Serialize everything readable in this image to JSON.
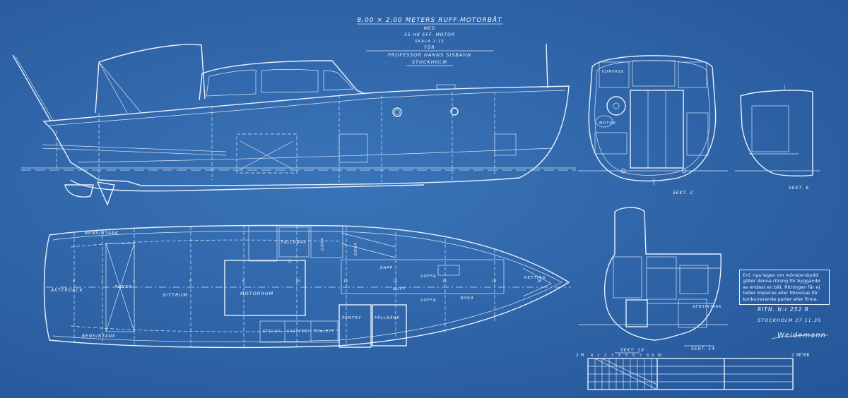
{
  "title_block": {
    "line1": "8,00 × 2,00 METERS RUFF-MOTORBÅT",
    "line2": "MED",
    "line3": "55 HK EFF. MOTOR",
    "line4": "SKALA 1:15",
    "line5": "FÖR",
    "line6": "PROFESSOR HANNS SISBAHN",
    "line7": "STOCKHOLM"
  },
  "plan_labels": {
    "bensintank_top": "BENSINTANK",
    "bensintank_bottom": "BENSINTANK",
    "akterdaeck": "AKTERDÄCK",
    "sittrum": "SITTRUM",
    "motorrum": "MOTORRUM",
    "roder": "RODER",
    "fallbank": "FÄLLBÄNK",
    "kapp": "KAPP",
    "soffa_1": "SOFFA",
    "soffa_2": "SOFFA",
    "ruff": "RUFF",
    "byra": "BYRÅ",
    "ketting": "KETTING",
    "pentry": "PENTRY",
    "fallbank_2": "FÄLLBÄNK",
    "lockers": [
      "STOLSK.",
      "SKAFFERI",
      "TOALETT"
    ],
    "vertical_labels": [
      "DÖRR",
      "DÖRR"
    ]
  },
  "section_labels": {
    "sekt_2": "SEKT. 2",
    "sekt_6": "SEKT. 6",
    "sekt_10": "SEKT. 10",
    "sekt_14": "SEKT. 14",
    "kompass": "KOMPASS",
    "motor": "MOTOR",
    "bensintank": "BENSINTANK"
  },
  "station_numbers": [
    "0",
    "2",
    "4",
    "6",
    "8",
    "10",
    "12",
    "14",
    "16",
    "18",
    "20"
  ],
  "note": "Enl. nya lagen om mönsterskydd gäller denna ritning för byggande av endast en båt. Ritningen får ej heller kopieras eller förevisas för konkurrerande parter eller firma.",
  "drawing_number": "RITN. N:r 252 B",
  "place_date": "STOCKHOLM 27.11.35",
  "signature": "Weidemann",
  "scale_bar": {
    "left_label": "2 M",
    "right_label": "2 METER",
    "ticks": [
      "0",
      "1",
      "2",
      "3",
      "4",
      "5",
      "6",
      "7",
      "8",
      "9",
      "10"
    ]
  },
  "colors": {
    "paper": "#2f64a8",
    "ink": "#e8f1ff"
  }
}
